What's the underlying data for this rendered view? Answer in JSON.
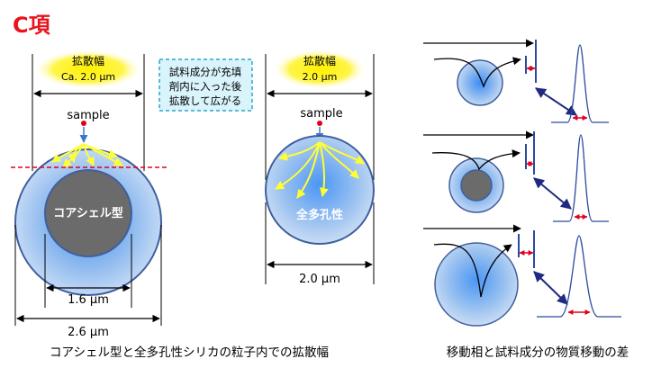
{
  "title": "C項",
  "left": {
    "badge1_line1": "拡散幅",
    "badge1_line2": "Ca. 2.0 μm",
    "badge2_line1": "拡散幅",
    "badge2_line2": "2.0 μm",
    "note_line1": "試料成分が充填",
    "note_line2": "剤内に入った後",
    "note_line3": "拡散して広がる",
    "sample1": "sample",
    "sample2": "sample",
    "core_label": "コアシェル型",
    "porous_label": "全多孔性",
    "dim_inner": "1.6 μm",
    "dim_outer": "2.6 μm",
    "dim_porous": "2.0 μm",
    "caption": "コアシェル型と全多孔性シリカの粒子内での拡散幅"
  },
  "right": {
    "caption": "移動相と試料成分の物質移動の差"
  },
  "colors": {
    "title": "#e8141c",
    "badge_glow": "#fff100",
    "note_fill": "#d9f4fb",
    "note_border": "#2aa7c9",
    "particle_edge": "#3f5f9e",
    "core": "#6b6b6b",
    "arrow": "#1f2a80",
    "yellow_path": "#ffff33",
    "red_dash": "#e0001b"
  }
}
